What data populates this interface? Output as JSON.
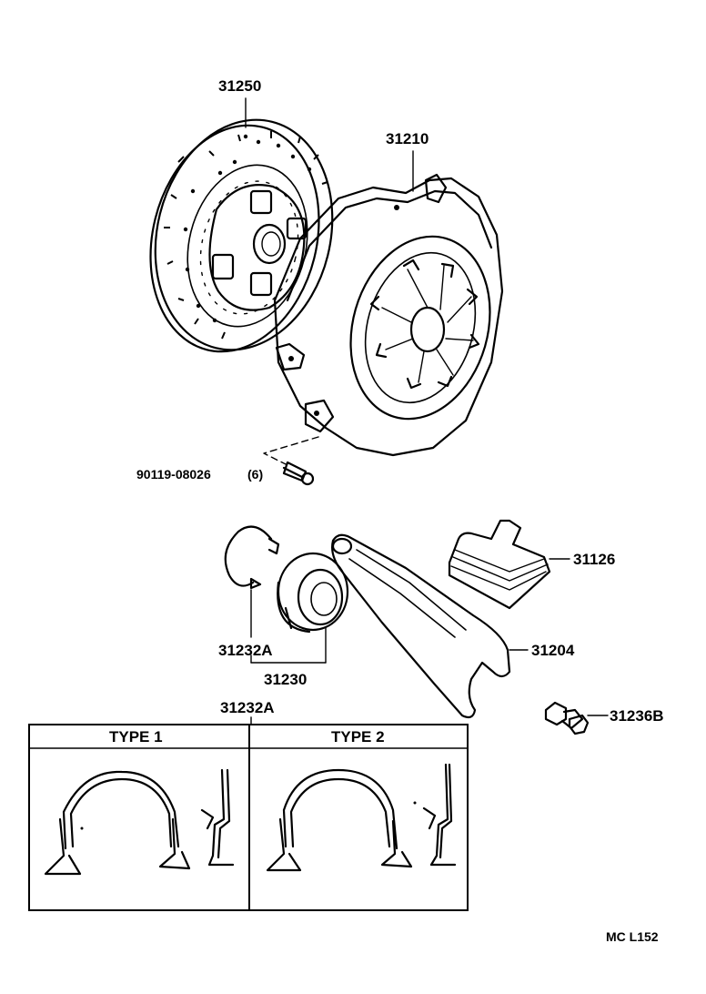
{
  "parts": {
    "clutch_disc": "31250",
    "clutch_cover": "31210",
    "cover_bolt": "90119-08026",
    "cover_bolt_qty": "(6)",
    "release_fork_boot": "31126",
    "release_fork": "31204",
    "hub_clip": "31232A",
    "release_bearing": "31230",
    "fork_support": "31236B"
  },
  "types_panel": {
    "part_number": "31232A",
    "type1_label": "TYPE 1",
    "type2_label": "TYPE 2"
  },
  "diagram_code": "MC L152"
}
